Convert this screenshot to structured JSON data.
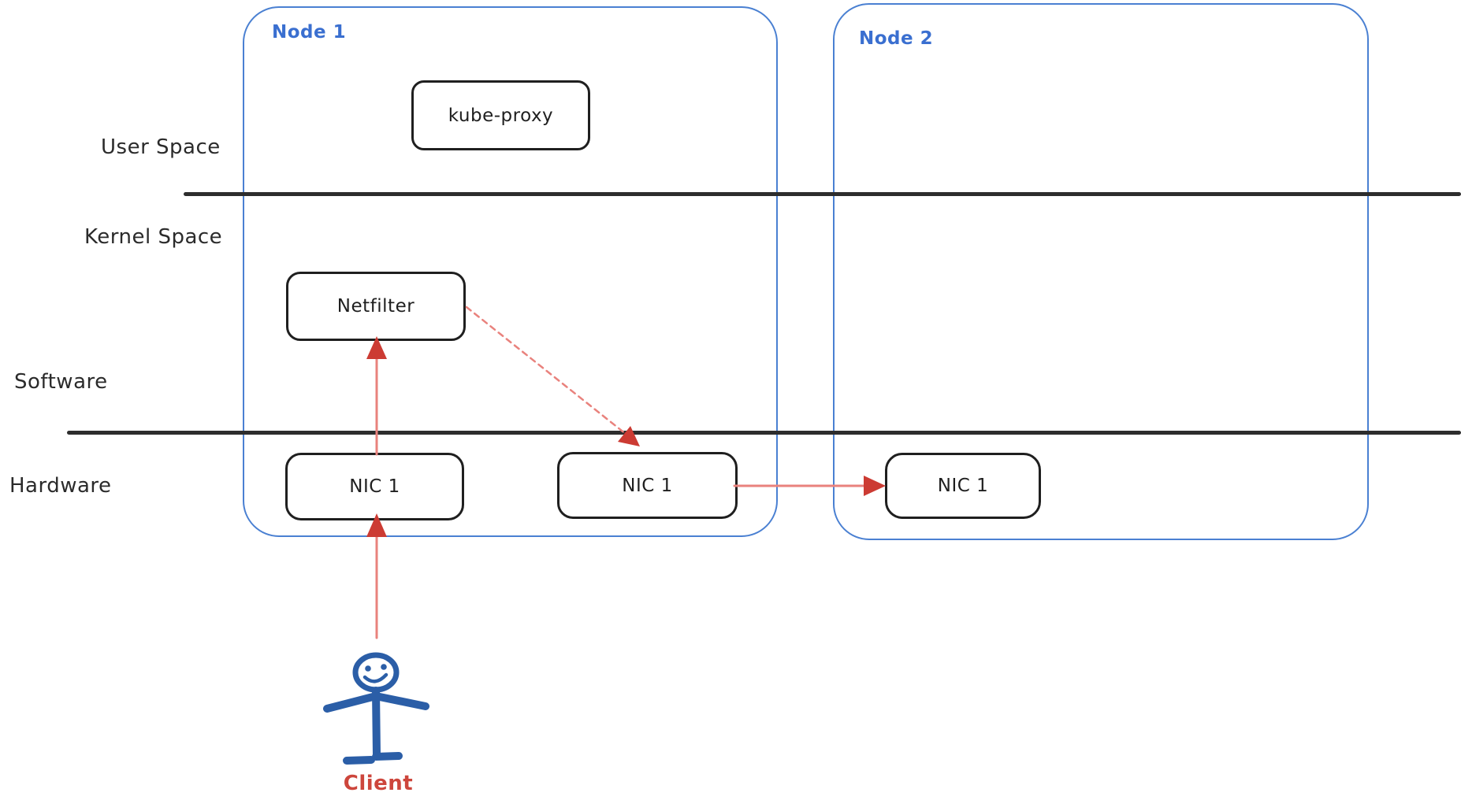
{
  "layers": {
    "user_space": "User Space",
    "kernel_space": "Kernel Space",
    "software": "Software",
    "hardware": "Hardware"
  },
  "nodes": {
    "node1": "Node 1",
    "node2": "Node 2"
  },
  "boxes": {
    "kube_proxy": "kube-proxy",
    "netfilter": "Netfilter",
    "nic1_node1": "NIC 1",
    "nic2_node1": "NIC 1",
    "nic_node2": "NIC 1"
  },
  "client": {
    "label": "Client"
  },
  "colors": {
    "node_border": "#4a80d2",
    "node_label": "#3a6fd0",
    "box_border": "#1f1f1f",
    "text_dark": "#2b2b2b",
    "divider": "#2d2d2d",
    "arrow_line": "#e9827d",
    "arrow_head": "#cc3b33",
    "figure_blue": "#2b5ea7",
    "client_label": "#cd463c",
    "canvas_bg": "#ffffff"
  }
}
